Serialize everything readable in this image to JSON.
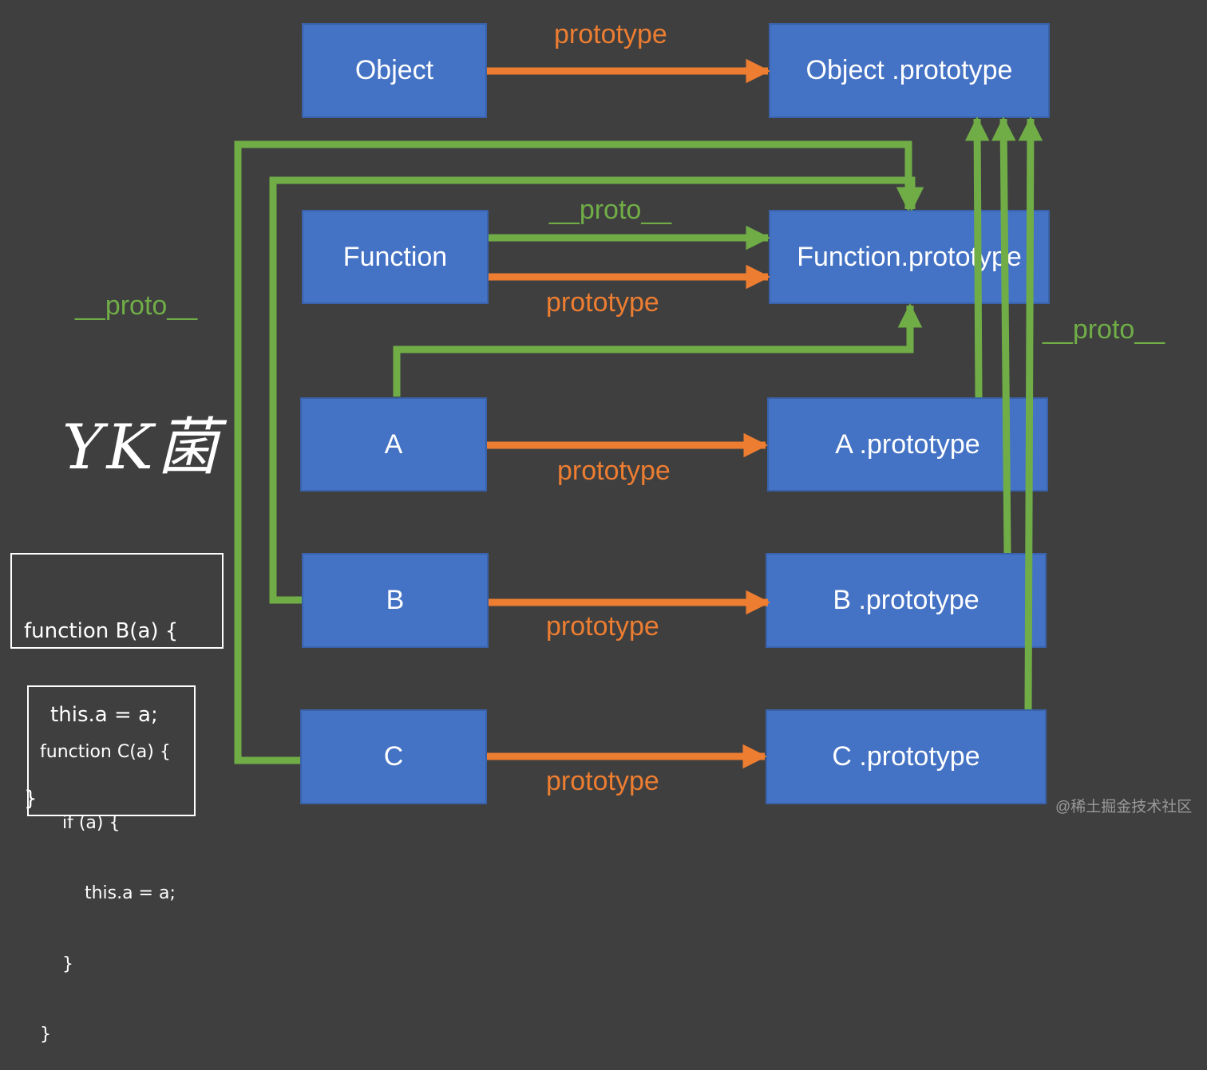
{
  "nodes": {
    "object": "Object",
    "object_prototype": "Object .prototype",
    "function": "Function",
    "function_prototype": "Function.prototype",
    "a": "A",
    "a_prototype": "A .prototype",
    "b": "B",
    "b_prototype": "B .prototype",
    "c": "C",
    "c_prototype": "C .prototype"
  },
  "labels": {
    "object_prototype_edge": "prototype",
    "function_proto_edge": "__proto__",
    "function_prototype_edge": "prototype",
    "left_proto": "__proto__",
    "right_proto": "__proto__",
    "a_prototype_edge": "prototype",
    "b_prototype_edge": "prototype",
    "c_prototype_edge": "prototype"
  },
  "code_b": [
    "function B(a) {",
    "    this.a = a;",
    "}"
  ],
  "code_c": [
    "function C(a) {",
    "    if (a) {",
    "        this.a = a;",
    "    }",
    "}"
  ],
  "logo_text": "YK菌",
  "watermark": "@稀土掘金技术社区",
  "colors": {
    "background": "#3f3f3f",
    "node_fill": "#4472c4",
    "prototype_arrow": "#ed7d31",
    "proto_arrow": "#70ad47"
  }
}
